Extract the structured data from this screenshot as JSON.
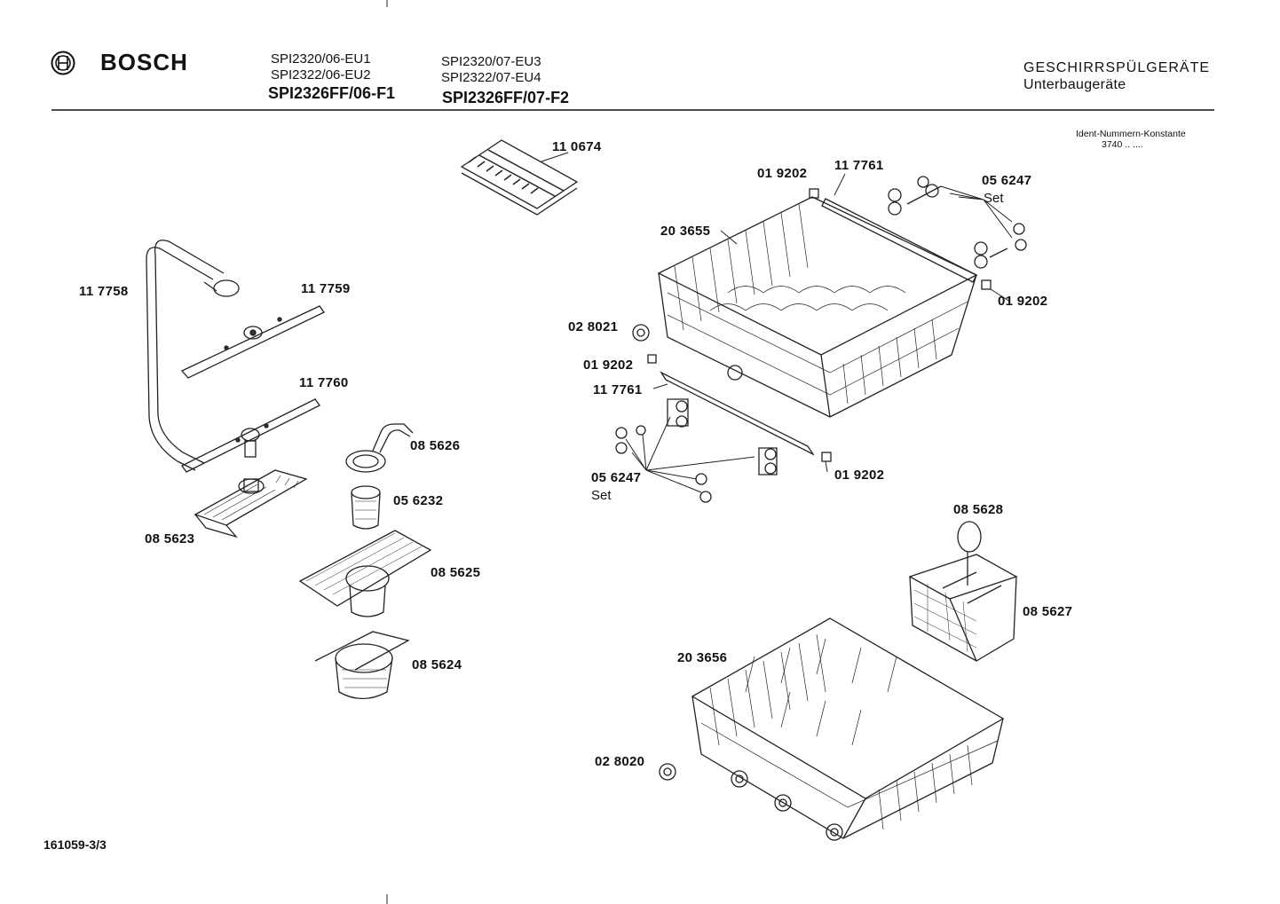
{
  "header": {
    "brand": "BOSCH",
    "models_col1": [
      "SPI2320/06-EU1",
      "SPI2322/06-EU2",
      "SPI2326FF/06-F1"
    ],
    "models_col2": [
      "SPI2320/07-EU3",
      "SPI2322/07-EU4",
      "SPI2326FF/07-F2"
    ],
    "category": "GESCHIRRSPÜLGERÄTE",
    "subcategory": "Unterbaugeräte",
    "ident_label": "Ident-Nummern-Konstante",
    "ident_value": "3740 .. ...."
  },
  "parts": {
    "p110674": "11 0674",
    "p117758": "11 7758",
    "p117759": "11 7759",
    "p117760": "11 7760",
    "p085626": "08 5626",
    "p056232": "05 6232",
    "p085623": "08 5623",
    "p085625": "08 5625",
    "p085624": "08 5624",
    "p019202_top": "01 9202",
    "p117761_top": "11 7761",
    "p056247_top": "05 6247",
    "set_top": "Set",
    "p203655": "20 3655",
    "p019202_right": "01 9202",
    "p028021": "02 8021",
    "p019202_left": "01 9202",
    "p117761_bottom": "11 7761",
    "p056247_bottom": "05 6247",
    "set_bottom": "Set",
    "p019202_bottom": "01 9202",
    "p085628": "08 5628",
    "p085627": "08 5627",
    "p203656": "20 3656",
    "p028020": "02 8020"
  },
  "footer": {
    "doc_number": "161059-3/3"
  }
}
